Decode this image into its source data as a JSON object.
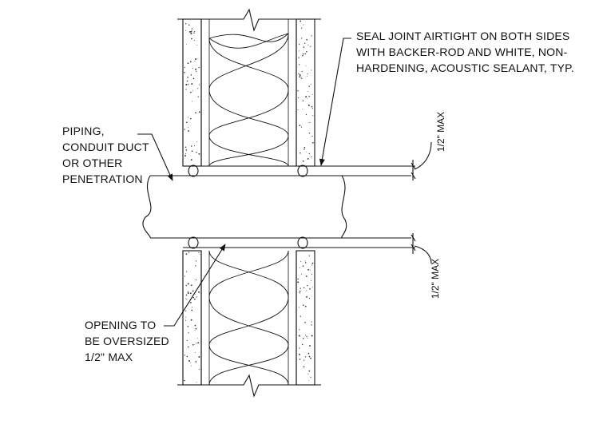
{
  "notes": {
    "seal": [
      "SEAL JOINT AIRTIGHT ON BOTH SIDES",
      "WITH BACKER-ROD AND WHITE, NON-",
      "HARDENING, ACOUSTIC SEALANT, TYP."
    ],
    "piping": [
      "PIPING,",
      "CONDUIT DUCT",
      "OR OTHER",
      "PENETRATION"
    ],
    "opening": [
      "OPENING TO",
      "BE OVERSIZED",
      "1/2\" MAX"
    ]
  },
  "dimensions": {
    "top": "1/2\" MAX",
    "bottom": "1/2\" MAX"
  }
}
